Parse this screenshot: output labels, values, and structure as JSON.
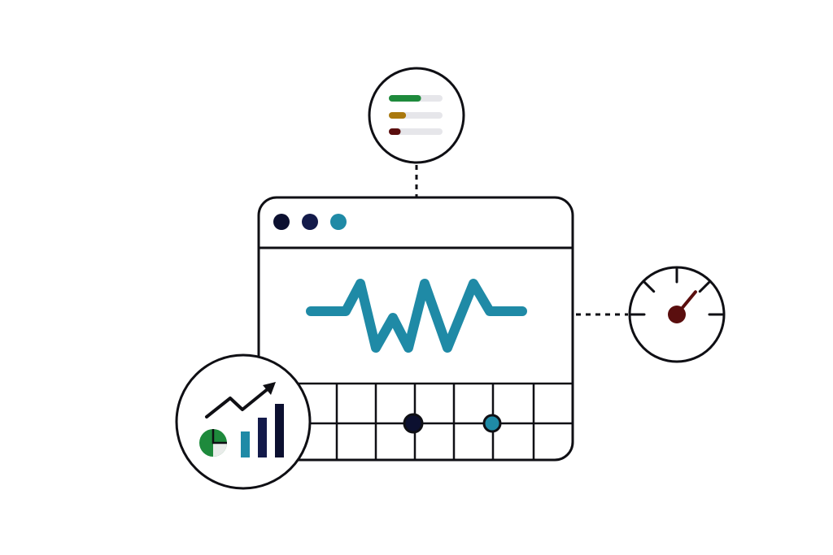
{
  "colors": {
    "outline": "#0f0f14",
    "background": "#ffffff",
    "window_dot_1": "#0c1030",
    "window_dot_2": "#131a4a",
    "window_dot_3": "#1f8aa6",
    "waveform": "#1f8aa6",
    "grid_marker_dark": "#0c1030",
    "grid_marker_teal": "#1f8aa6",
    "filter_bar_1": "#1e8a3c",
    "filter_bar_2": "#a9780d",
    "filter_bar_3": "#5a0e0e",
    "filter_track": "#e6e6ea",
    "gauge_needle": "#5a0e0e",
    "pie_primary": "#1e8a3c",
    "pie_secondary": "#e9ecea",
    "chart_bar_1": "#1f8aa6",
    "chart_bar_2": "#131a4a",
    "chart_bar_3": "#0c1030",
    "trend_arrow": "#0f0f14"
  },
  "icons": {
    "filter_sliders": "horizontal-sliders-icon",
    "gauge": "speedometer-icon",
    "analytics": "analytics-chart-icon",
    "waveform": "pulse-waveform-icon"
  },
  "filter_levels": [
    0.6,
    0.32,
    0.22
  ],
  "gauge_level": 0.72
}
